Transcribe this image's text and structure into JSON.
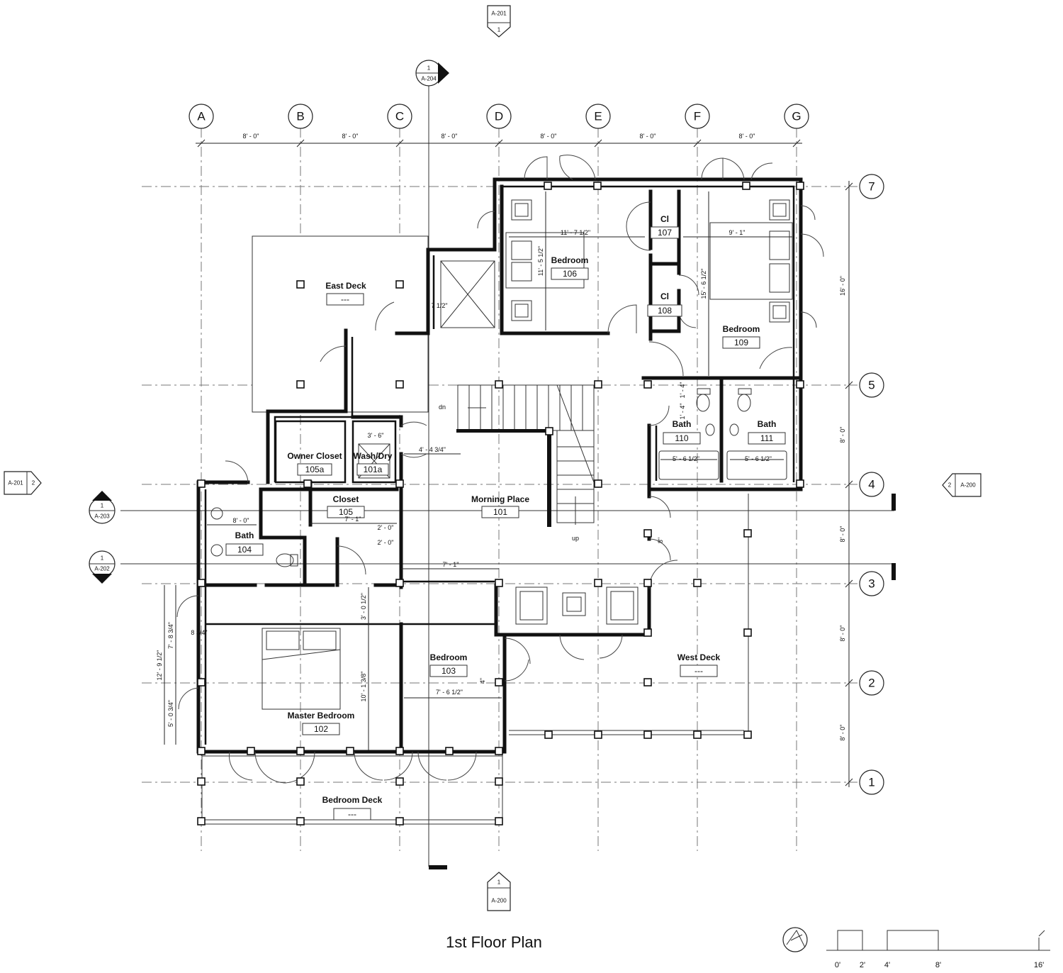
{
  "drawing_title": "1st Floor Plan",
  "grid_columns": [
    "A",
    "B",
    "C",
    "D",
    "E",
    "F",
    "G"
  ],
  "grid_rows": [
    "7",
    "5",
    "4",
    "3",
    "2",
    "1"
  ],
  "column_spacing_labels": [
    "8' - 0\"",
    "8' - 0\"",
    "8' - 0\"",
    "8' - 0\"",
    "8' - 0\"",
    "8' - 0\""
  ],
  "row_spacing_labels": [
    "16' - 0\"",
    "8' - 0\"",
    "8' - 0\"",
    "8' - 0\"",
    "8' - 0\""
  ],
  "rooms": [
    {
      "name": "East Deck",
      "number": "---"
    },
    {
      "name": "Bedroom",
      "number": "106"
    },
    {
      "name": "Cl",
      "number": "107"
    },
    {
      "name": "Cl",
      "number": "108"
    },
    {
      "name": "Bedroom",
      "number": "109"
    },
    {
      "name": "Owner Closet",
      "number": "105a"
    },
    {
      "name": "Wash/Dry",
      "number": "101a"
    },
    {
      "name": "Closet",
      "number": "105"
    },
    {
      "name": "Morning Place",
      "number": "101"
    },
    {
      "name": "Bath",
      "number": "110"
    },
    {
      "name": "Bath",
      "number": "111"
    },
    {
      "name": "Bath",
      "number": "104"
    },
    {
      "name": "Bedroom",
      "number": "103"
    },
    {
      "name": "West Deck",
      "number": "---"
    },
    {
      "name": "Master Bedroom",
      "number": "102"
    },
    {
      "name": "Bedroom Deck",
      "number": "---"
    }
  ],
  "dimension_labels": [
    "11' - 7 1/2\"",
    "11' - 5 1/2\"",
    "9' - 1\"",
    "15' - 6 1/2\"",
    "7 1/2\"",
    "3' - 6\"",
    "4' - 4 3/4\"",
    "1' - 4\"",
    "1' - 4\"",
    "5' - 6 1/2\"",
    "5' - 6 1/2\"",
    "8' - 0\"",
    "7' - 1\"",
    "2' - 0\"",
    "2' - 0\"",
    "7' - 1\"",
    "8\"",
    "3' - 0 1/2\"",
    "7' - 8 3/4\"",
    "8 3/4\"",
    "12' - 9 1/2\"",
    "5' - 0 3/4\"",
    "10' - 1 3/8\"",
    "4\"",
    "7' - 6 1/2\""
  ],
  "stair_labels": [
    "dn",
    "up"
  ],
  "section_marks": [
    {
      "sheet": "A-201",
      "number": "1"
    },
    {
      "sheet": "A-204",
      "number": "1"
    },
    {
      "sheet": "A-201",
      "number": "2"
    },
    {
      "sheet": "A-203",
      "number": "1"
    },
    {
      "sheet": "A-202",
      "number": "1"
    },
    {
      "sheet": "A-200",
      "number": "2"
    },
    {
      "sheet": "A-200",
      "number": "1"
    }
  ],
  "scale_bar_labels": [
    "0'",
    "2'",
    "4'",
    "8'",
    "16'"
  ]
}
